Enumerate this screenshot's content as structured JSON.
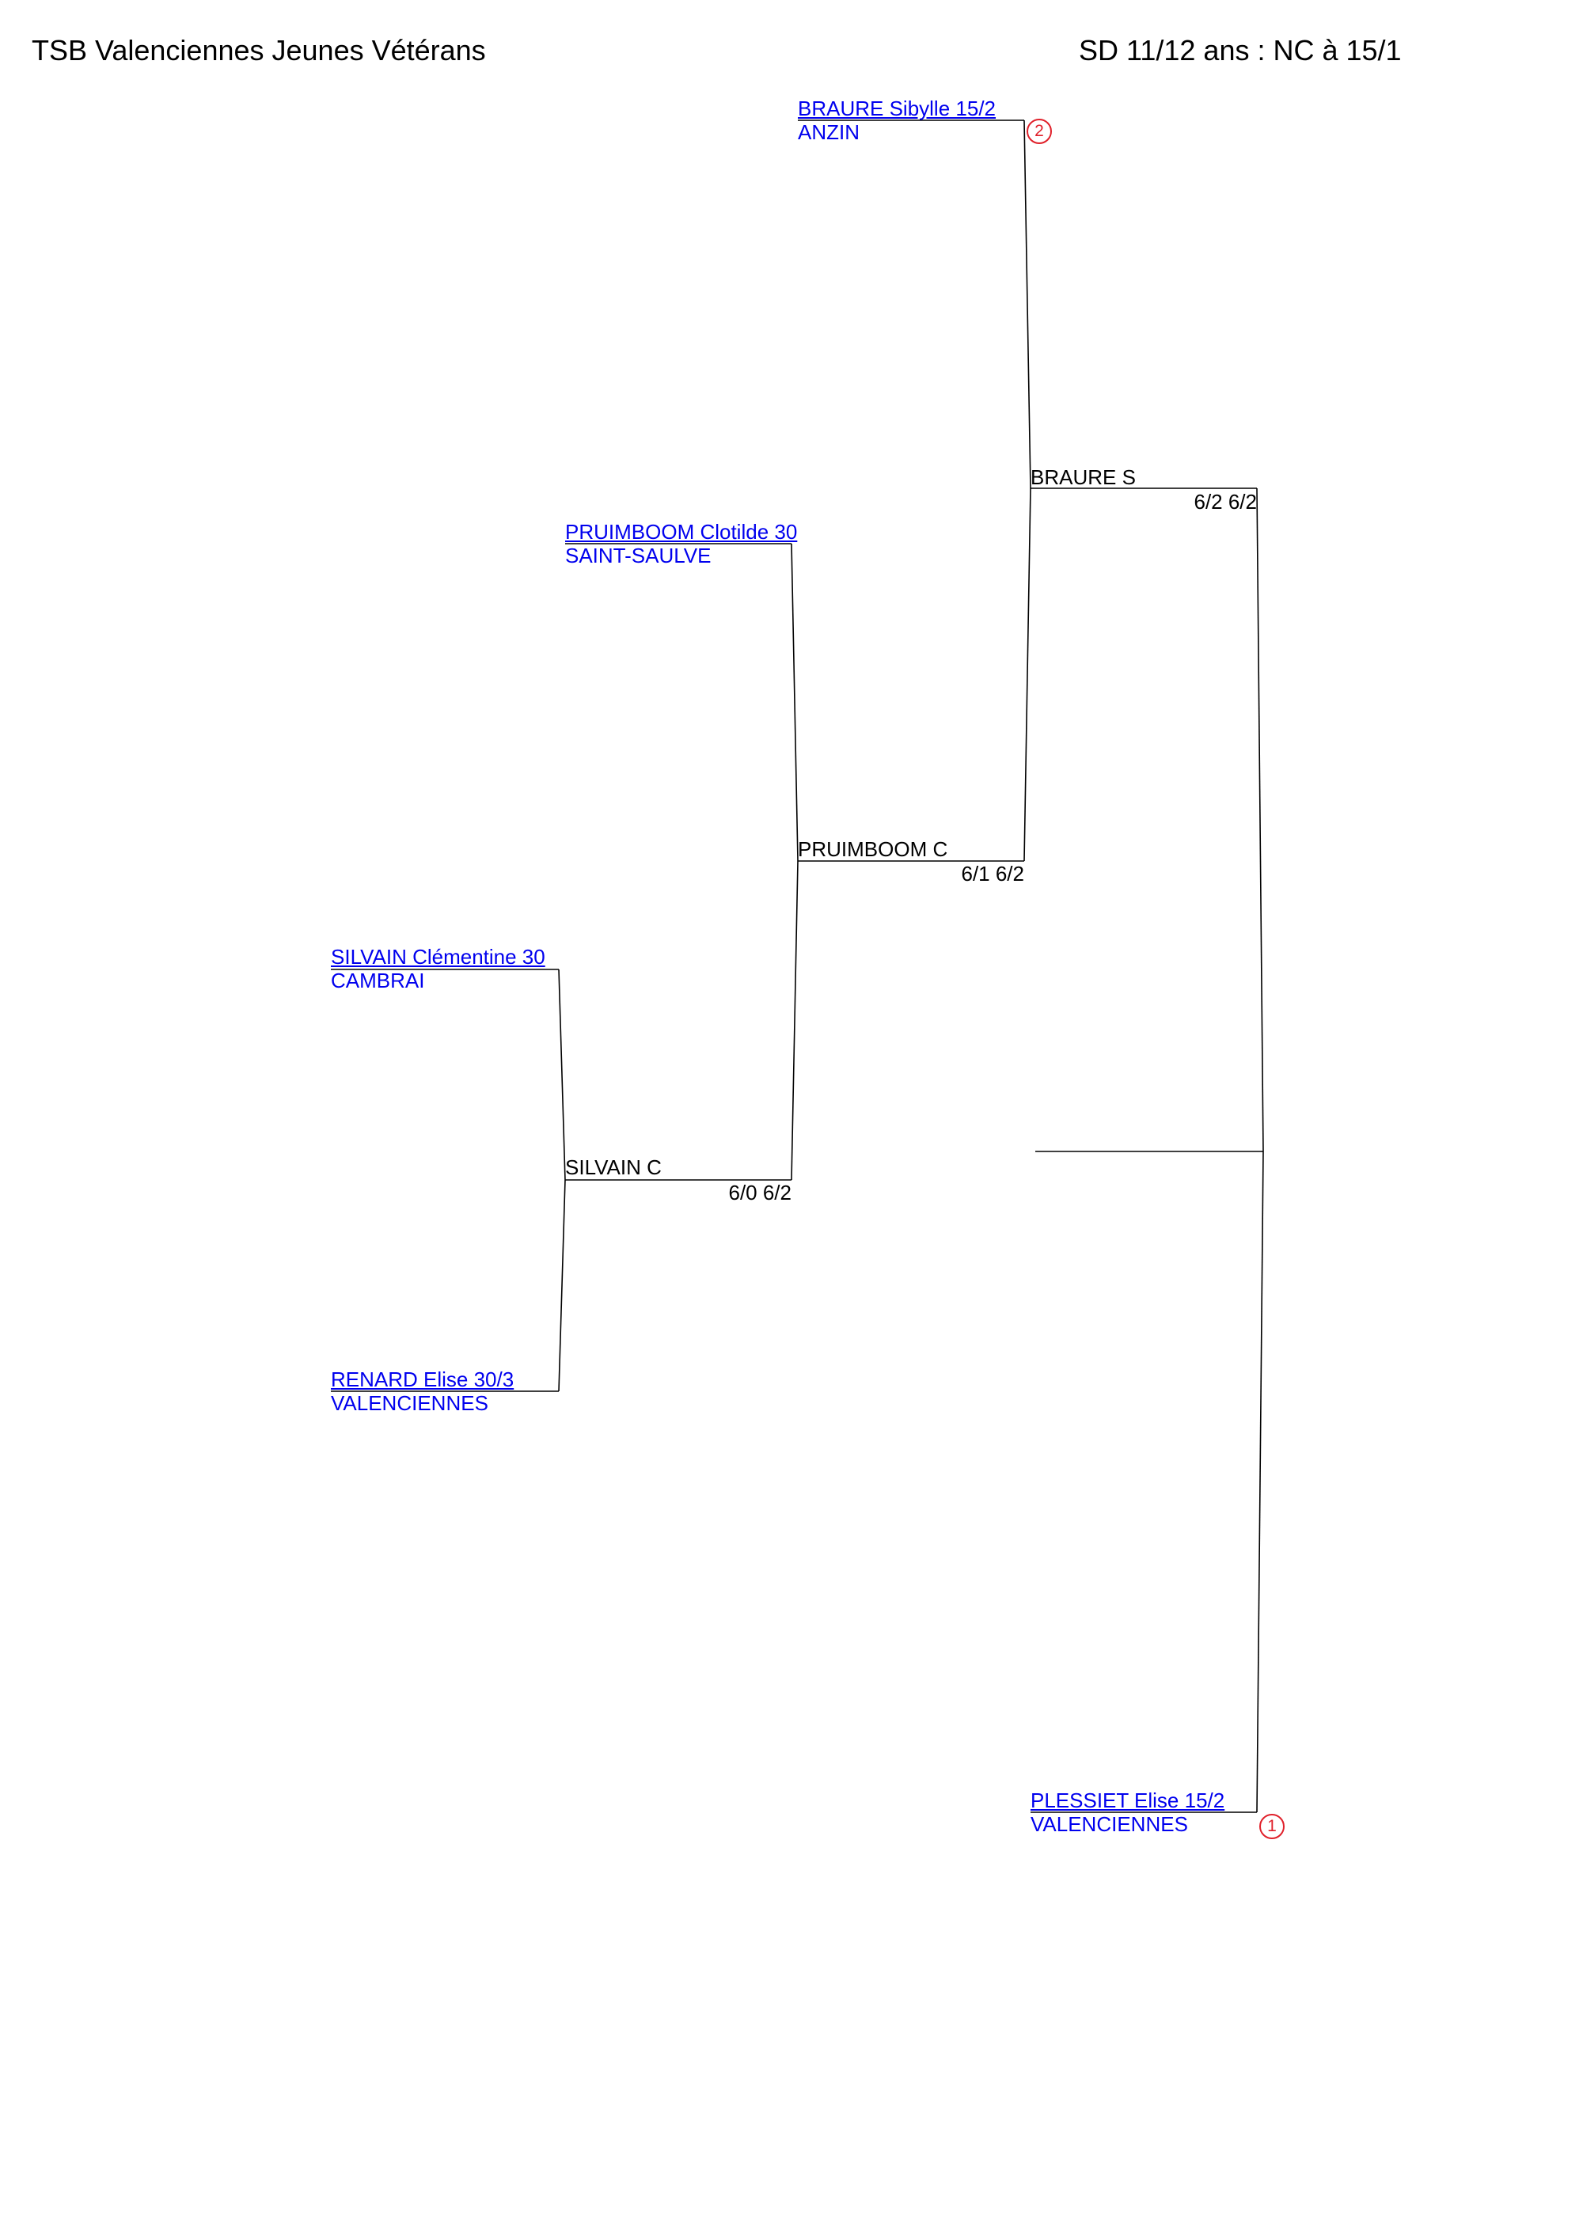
{
  "header": {
    "club_title": "TSB Valenciennes Jeunes Vétérans",
    "category": "SD 11/12 ans : NC à 15/1"
  },
  "players": {
    "braure": {
      "name": "BRAURE Sibylle 15/2",
      "club": "ANZIN",
      "seed": "2"
    },
    "pruimboom": {
      "name": "PRUIMBOOM Clotilde 30",
      "club": "SAINT-SAULVE"
    },
    "silvain": {
      "name": "SILVAIN Clémentine 30",
      "club": "CAMBRAI"
    },
    "renard": {
      "name": "RENARD Elise 30/3",
      "club": "VALENCIENNES"
    },
    "plessiet": {
      "name": "PLESSIET Elise 15/2",
      "club": "VALENCIENNES",
      "seed": "1"
    }
  },
  "matches": {
    "silvain_vs_renard": {
      "winner": "SILVAIN C",
      "score": "6/0 6/2"
    },
    "pruimboom_vs_silvain": {
      "winner": "PRUIMBOOM C",
      "score": "6/1 6/2"
    },
    "braure_vs_pruimboom": {
      "winner": "BRAURE S",
      "score": "6/2 6/2"
    }
  },
  "colors": {
    "link": "#0000ee",
    "seed": "#e0202a",
    "line": "#000000"
  }
}
